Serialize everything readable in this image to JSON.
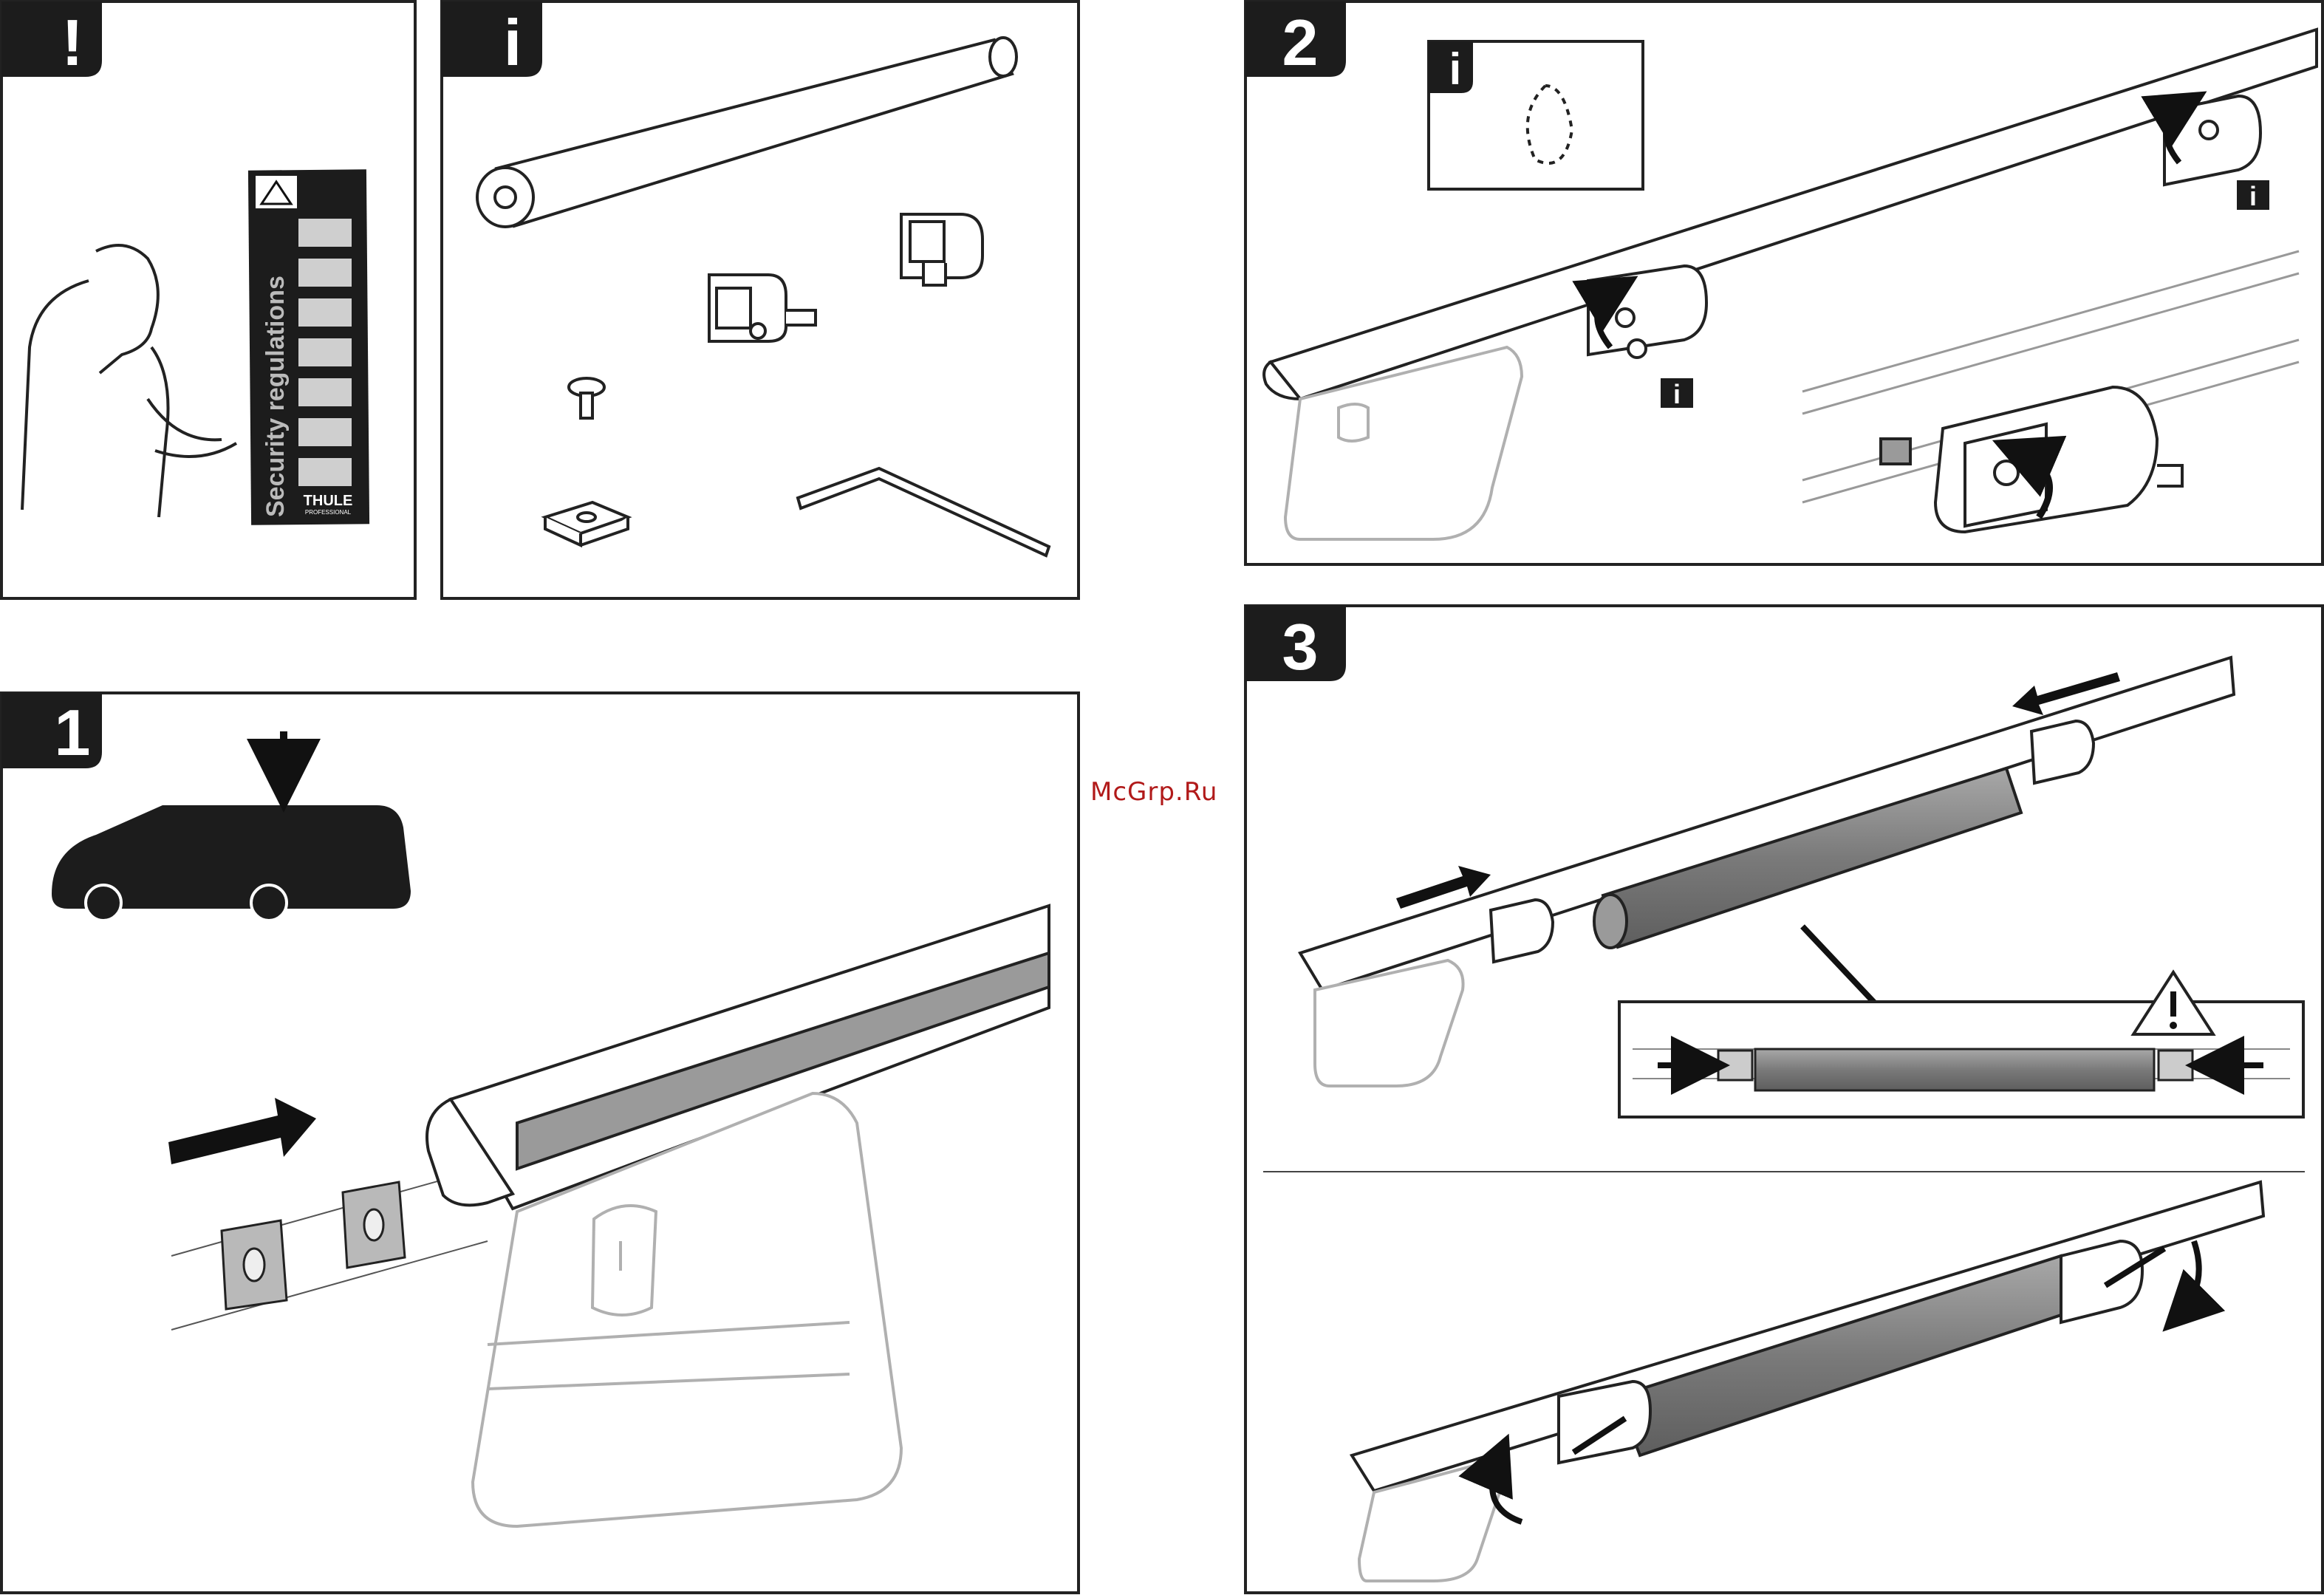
{
  "panels": {
    "warning": {
      "badge": "!"
    },
    "info": {
      "badge": "i"
    },
    "step1": {
      "badge": "1"
    },
    "step2": {
      "badge": "2",
      "inset_badge": "i",
      "small_badge_1": "i",
      "small_badge_2": "i"
    },
    "step3": {
      "badge": "3"
    }
  },
  "booklet": {
    "title": "Security regulations",
    "brand": "THULE",
    "brand_sub": "PROFESSIONAL"
  },
  "watermark": "McGrp.Ru",
  "colors": {
    "badge": "#1c1c1c",
    "accent": "#b11a1a",
    "rod_fill": "#8a8a8a"
  }
}
